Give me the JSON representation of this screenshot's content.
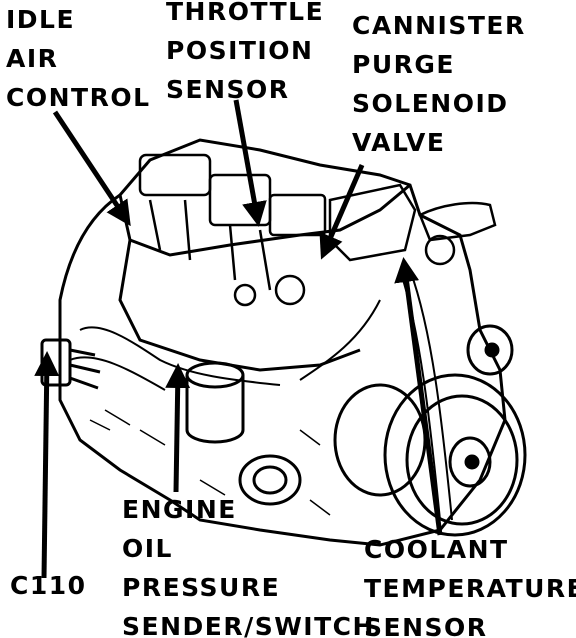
{
  "title": "",
  "colors": {
    "ink": "#000000",
    "paper": "#ffffff"
  },
  "labels": {
    "idle_air_control": [
      "IDLE",
      "AIR",
      "CONTROL"
    ],
    "throttle_position_sensor": [
      "THROTTLE",
      "POSITION",
      "SENSOR"
    ],
    "cannister_purge_solenoid_valve": [
      "CANNISTER",
      "PURGE",
      "SOLENOID",
      "VALVE"
    ],
    "c110": [
      "C110"
    ],
    "engine_oil_pressure": [
      "ENGINE",
      "OIL",
      "PRESSURE",
      "SENDER/SWITCH"
    ],
    "coolant_temperature_sensor": [
      "COOLANT",
      "TEMPERATURE",
      "SENSOR"
    ]
  }
}
